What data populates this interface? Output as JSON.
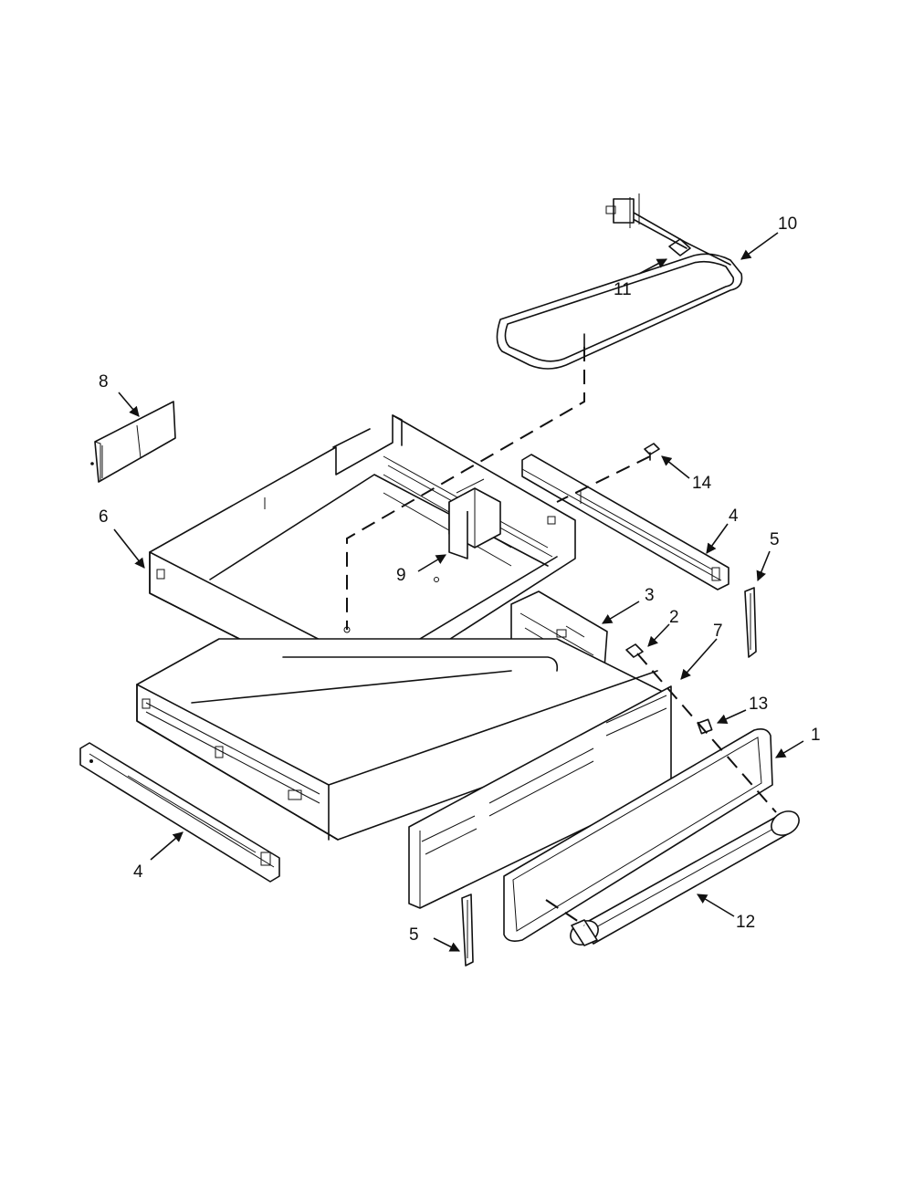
{
  "callouts": {
    "c1": "1",
    "c2": "2",
    "c3": "3",
    "c4_right": "4",
    "c4_left": "4",
    "c5_right": "5",
    "c5_left": "5",
    "c6": "6",
    "c7": "7",
    "c8": "8",
    "c9": "9",
    "c10": "10",
    "c11": "11",
    "c12": "12",
    "c13": "13",
    "c14": "14"
  }
}
